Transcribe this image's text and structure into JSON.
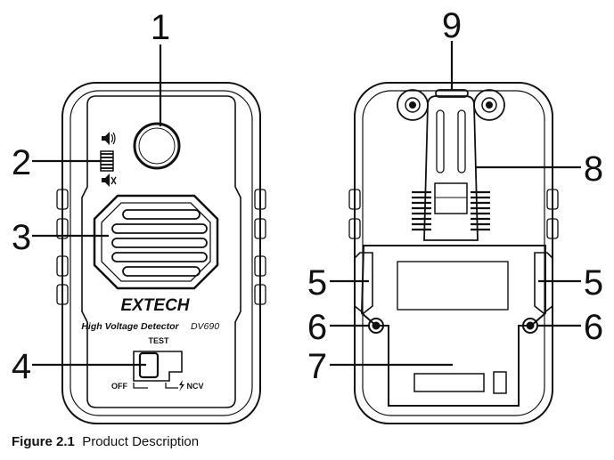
{
  "figure": {
    "label": "Figure 2.1",
    "title": "Product Description"
  },
  "front": {
    "brand": "EXTECH",
    "product_name": "High Voltage Detector",
    "model": "DV690",
    "switch_top_label": "TEST",
    "switch_off_label": "OFF",
    "switch_ncv_label": "NCV"
  },
  "callouts": {
    "c1": "1",
    "c2": "2",
    "c3": "3",
    "c4": "4",
    "c5_left": "5",
    "c5_right": "5",
    "c6_left": "6",
    "c6_right": "6",
    "c7": "7",
    "c8": "8",
    "c9": "9"
  },
  "icons": [
    "speaker-on-icon",
    "speaker-mute-icon",
    "flash-icon",
    "screw-icon"
  ]
}
